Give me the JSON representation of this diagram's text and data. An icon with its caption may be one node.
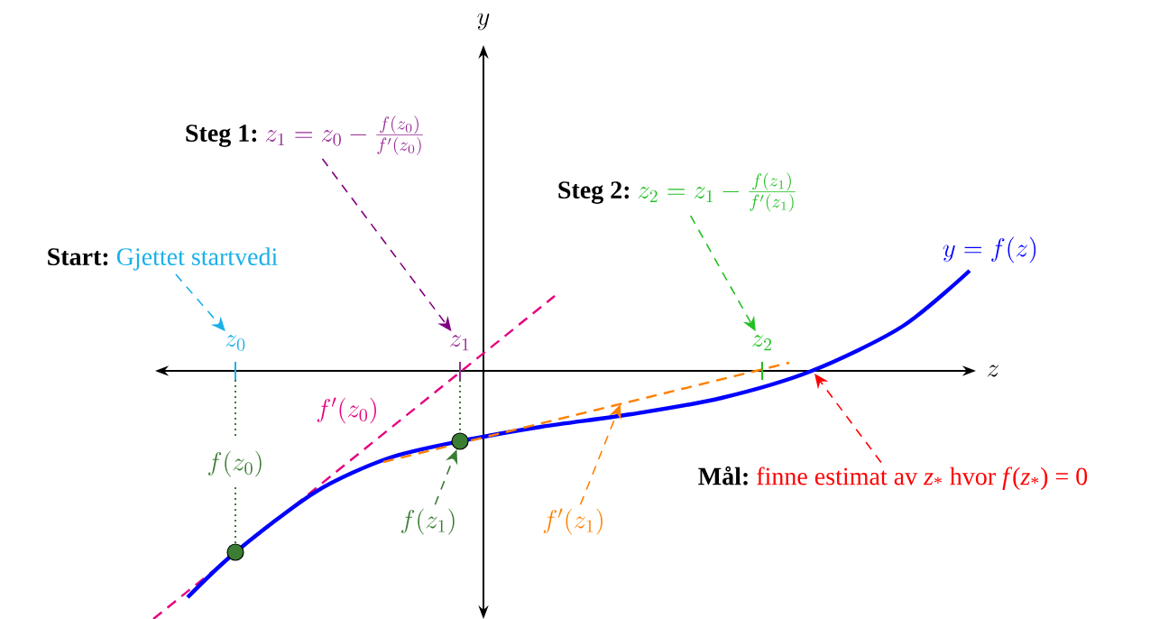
{
  "diagram": {
    "nodes": [
      {
        "text": [
          "Start:",
          "Gjettet startvedi"
        ]
      },
      {
        "text": [
          "z_0"
        ]
      },
      {
        "text": [
          "Steg 1:",
          "z_1 = z_0 - \\frac{f(z_0)}{f'(z_0)}"
        ]
      },
      {
        "text": [
          "z_1"
        ]
      },
      {
        "text": [
          "Steg 2:",
          "z_2 = z_1 - \\frac{f(z_1)}{f'(z_1)}"
        ]
      },
      {
        "text": [
          "z_2"
        ]
      },
      {
        "text": [
          "Mål:",
          "finne estimat av *z*$_{*}$ hvor *f*(*z*$_{*}$) = 0"
        ]
      },
      {
        "text": [],
        "shape": "circle"
      },
      {
        "text": [],
        "shape": "circle"
      },
      {
        "text": [
          "f(z_1)"
        ]
      },
      {
        "text": [
          "f'(z_1)"
        ]
      }
    ],
    "edges": [
      {
        "from": 0,
        "to": 1,
        "arrow": "to",
        "style": "dashed",
        "color": "#1ab0e8"
      },
      {
        "from": 2,
        "to": 3,
        "arrow": "to",
        "style": "dashed",
        "color": "#800080"
      },
      {
        "from": 4,
        "to": 5,
        "arrow": "to",
        "style": "dashed",
        "color": "#22c022"
      },
      {
        "from": 6,
        "to": null,
        "arrow": "to",
        "style": "dashed",
        "color": "#ff0000"
      },
      {
        "from": 9,
        "to": 8,
        "arrow": "to",
        "style": "dashed",
        "color": "#3a7d33"
      },
      {
        "from": 10,
        "to": null,
        "arrow": "to",
        "style": "dashed",
        "color": "#ff8000"
      }
    ],
    "labels": [
      "y",
      "z",
      "y = f(z)",
      "f'(z_0)",
      "f(z_0)"
    ]
  }
}
